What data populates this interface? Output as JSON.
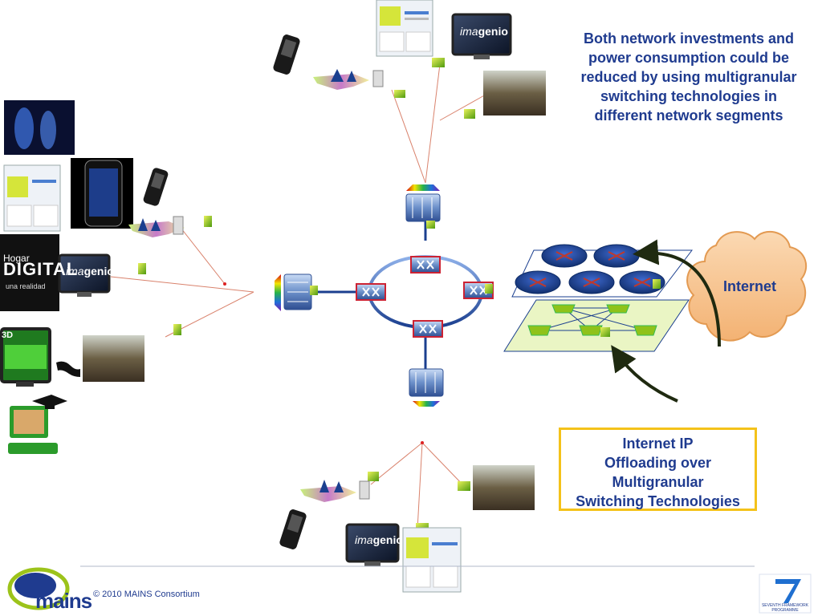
{
  "headline": "Both network investments and power consumption could be reduced by using multigranular switching technologies in different network segments",
  "callout": {
    "line1": "Internet IP",
    "line2": "Offloading over",
    "line3": "Multigranular",
    "line4": "Switching Technologies"
  },
  "cloud_label": "Internet",
  "footer": {
    "copyright": "© 2010 MAINS Consortium",
    "logo_text": "mains",
    "fp7_caption": "SEVENTH FRAMEWORK PROGRAMME"
  },
  "tv_brand_prefix": "ima",
  "tv_brand_suffix": "genio",
  "hogar": {
    "line1": "Hogar",
    "line2": "DIGITAL",
    "line3": "una realidad"
  },
  "tv3d_text": "3D",
  "colors": {
    "text_blue": "#1f3b8f",
    "callout_border": "#f4c21a",
    "link_red": "#d9826c",
    "cloud_fill": "#f6c08f",
    "cloud_stroke": "#e39a52",
    "router_blue": "#1b3f8f",
    "plane_fill": "#eaf5c4",
    "arrow_dark": "#1f2a10",
    "node_green": "#8fc21a"
  }
}
